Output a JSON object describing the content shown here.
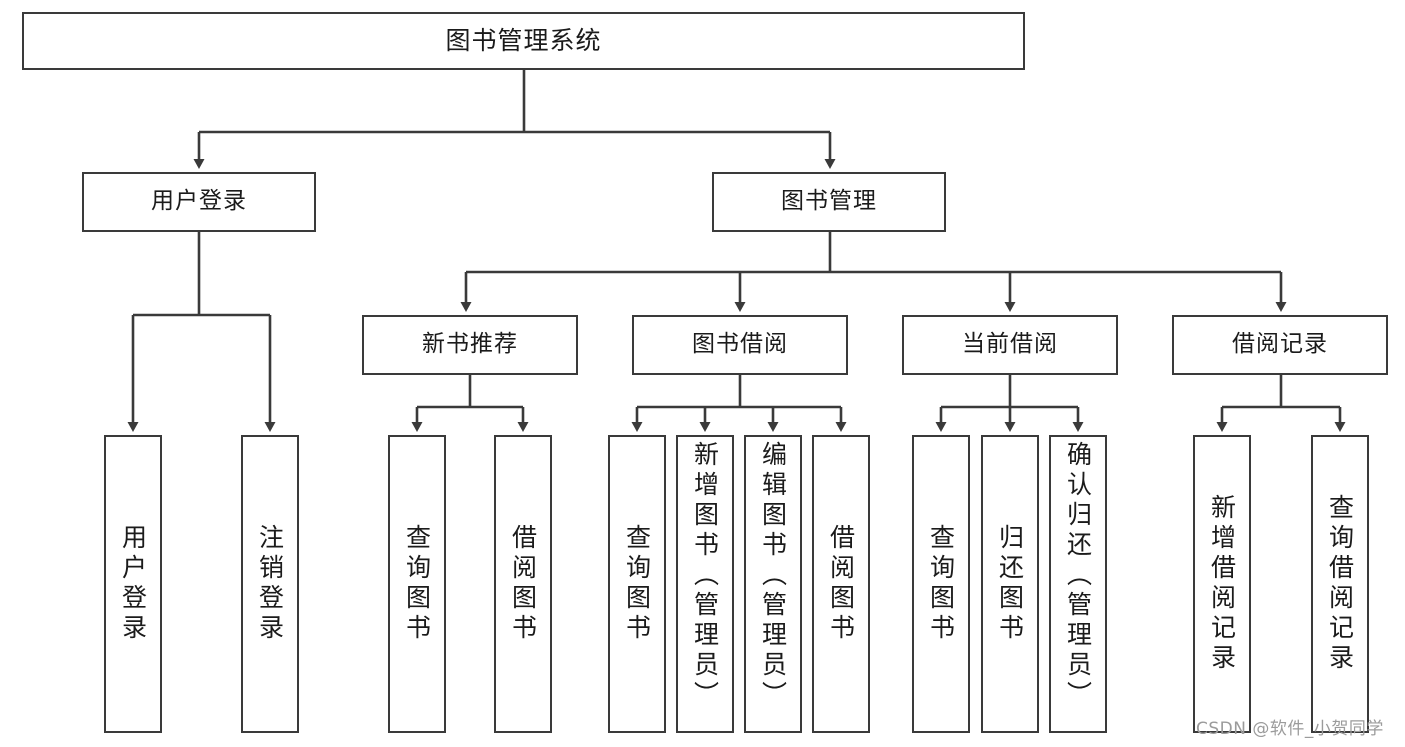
{
  "diagram": {
    "title": "图书管理系统",
    "type": "tree-hierarchy-chart",
    "root": {
      "label": "图书管理系统"
    },
    "level2": [
      {
        "label": "用户登录"
      },
      {
        "label": "图书管理"
      }
    ],
    "level3": [
      {
        "label": "新书推荐"
      },
      {
        "label": "图书借阅"
      },
      {
        "label": "当前借阅"
      },
      {
        "label": "借阅记录"
      }
    ],
    "leaves": {
      "user_login": [
        {
          "label": "用户登录"
        },
        {
          "label": "注销登录"
        }
      ],
      "new_book_recommend": [
        {
          "label": "查询图书"
        },
        {
          "label": "借阅图书"
        }
      ],
      "book_borrow": [
        {
          "label": "查询图书"
        },
        {
          "label": "新增图书（管理员）"
        },
        {
          "label": "编辑图书（管理员）"
        },
        {
          "label": "借阅图书"
        }
      ],
      "current_borrow": [
        {
          "label": "查询图书"
        },
        {
          "label": "归还图书"
        },
        {
          "label": "确认归还（管理员）"
        }
      ],
      "borrow_record": [
        {
          "label": "新增借阅记录"
        },
        {
          "label": "查询借阅记录"
        }
      ]
    }
  },
  "watermark": {
    "text": "CSDN @软件_小贺同学"
  },
  "colors": {
    "box_border": "#3a3a3a",
    "box_fill": "#ffffff",
    "text": "#1b1b1b",
    "connector": "#3a3a3a",
    "watermark": "#9b9b9b",
    "background": "#ffffff"
  }
}
